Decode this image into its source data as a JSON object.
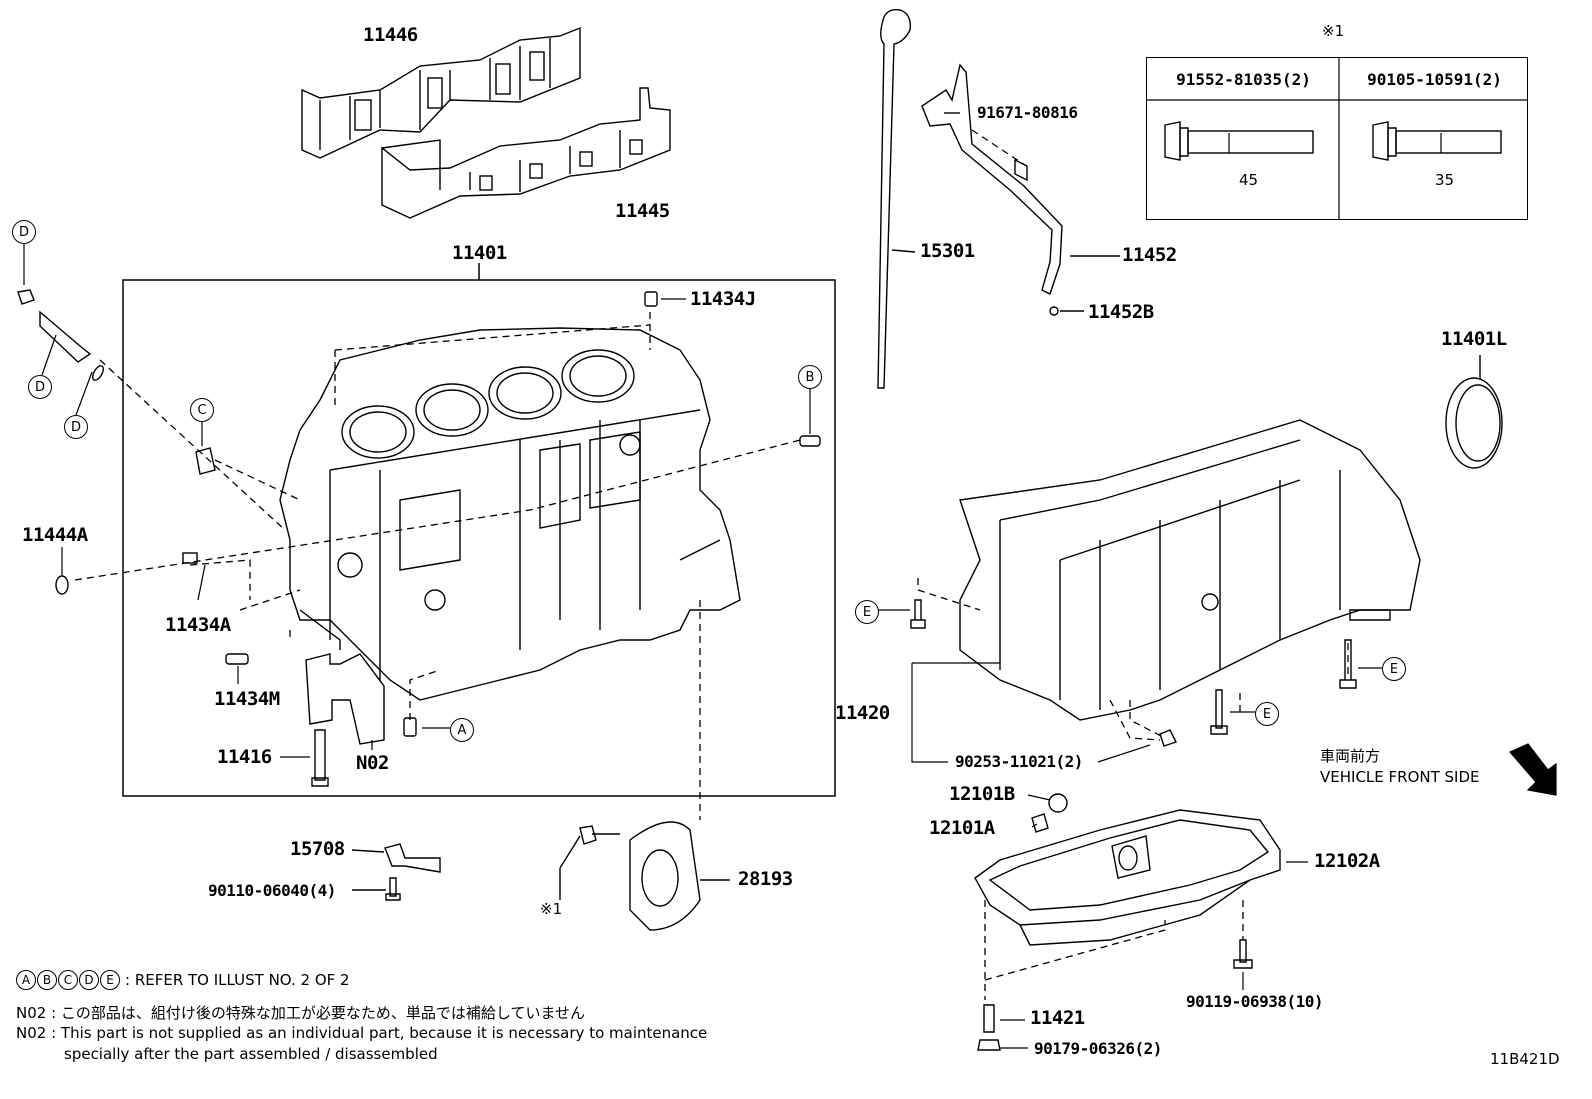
{
  "diagram_id": "11B421D",
  "front_side": {
    "jp": "車両前方",
    "en": "VEHICLE FRONT SIDE"
  },
  "table": {
    "marker": "※1",
    "columns": [
      {
        "part": "91552-81035(2)",
        "length": "45"
      },
      {
        "part": "90105-10591(2)",
        "length": "35"
      }
    ]
  },
  "parts": {
    "p11446": "11446",
    "p11445": "11445",
    "p11401": "11401",
    "p11434J": "11434J",
    "p11444A": "11444A",
    "p11434A": "11434A",
    "p11434M": "11434M",
    "p11416": "11416",
    "pN02": "N02",
    "p15301": "15301",
    "p91671": "91671-80816",
    "p11452": "11452",
    "p11452B": "11452B",
    "p11401L": "11401L",
    "p11420": "11420",
    "p90253": "90253-11021(2)",
    "p12101B": "12101B",
    "p12101A": "12101A",
    "p12102A": "12102A",
    "p90119": "90119-06938(10)",
    "p11421": "11421",
    "p90179": "90179-06326(2)",
    "p15708": "15708",
    "p90110": "90110-06040(4)",
    "p28193": "28193",
    "ref1": "※1"
  },
  "callouts": {
    "A": "A",
    "B": "B",
    "C": "C",
    "D": "D",
    "E": "E"
  },
  "legend": {
    "letters": [
      "A",
      "B",
      "C",
      "D",
      "E"
    ],
    "refer_text": ": REFER TO ILLUST NO. 2 OF 2",
    "n02_jp_label": "N02",
    "n02_jp": ": この部品は、組付け後の特殊な加工が必要なため、単品では補給していません",
    "n02_en_label": "N02",
    "n02_en_line1": ": This part is not supplied as an individual part, because it is necessary to maintenance",
    "n02_en_line2": "specially after the part assembled / disassembled"
  }
}
